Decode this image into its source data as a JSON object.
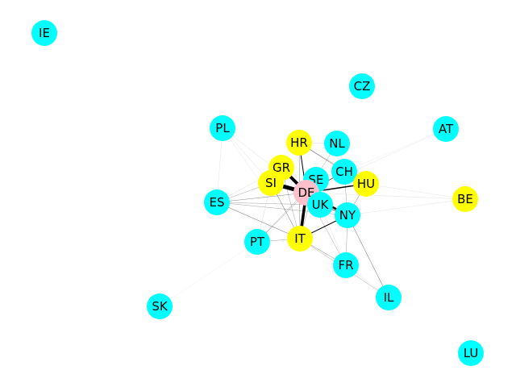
{
  "colors": {
    "background": "#ffffff",
    "edge": "#000000",
    "node_default": "#00ffff",
    "node_highlight": "#ffff00",
    "node_center": "#ffc0cb"
  },
  "nodes": [
    {
      "id": "IE",
      "label": "IE",
      "color": "#00ffff"
    },
    {
      "id": "CZ",
      "label": "CZ",
      "color": "#00ffff"
    },
    {
      "id": "PL",
      "label": "PL",
      "color": "#00ffff"
    },
    {
      "id": "AT",
      "label": "AT",
      "color": "#00ffff"
    },
    {
      "id": "HR",
      "label": "HR",
      "color": "#ffff00"
    },
    {
      "id": "NL",
      "label": "NL",
      "color": "#00ffff"
    },
    {
      "id": "GR",
      "label": "GR",
      "color": "#ffff00"
    },
    {
      "id": "CH",
      "label": "CH",
      "color": "#00ffff"
    },
    {
      "id": "SE",
      "label": "SE",
      "color": "#00ffff"
    },
    {
      "id": "SI",
      "label": "SI",
      "color": "#ffff00"
    },
    {
      "id": "HU",
      "label": "HU",
      "color": "#ffff00"
    },
    {
      "id": "DE",
      "label": "DE",
      "color": "#ffc0cb"
    },
    {
      "id": "ES",
      "label": "ES",
      "color": "#00ffff"
    },
    {
      "id": "BE",
      "label": "BE",
      "color": "#ffff00"
    },
    {
      "id": "UK",
      "label": "UK",
      "color": "#00ffff"
    },
    {
      "id": "NY",
      "label": "NY",
      "color": "#00ffff"
    },
    {
      "id": "PT",
      "label": "PT",
      "color": "#00ffff"
    },
    {
      "id": "IT",
      "label": "IT",
      "color": "#ffff00"
    },
    {
      "id": "FR",
      "label": "FR",
      "color": "#00ffff"
    },
    {
      "id": "IL",
      "label": "IL",
      "color": "#00ffff"
    },
    {
      "id": "SK",
      "label": "SK",
      "color": "#00ffff"
    },
    {
      "id": "LU",
      "label": "LU",
      "color": "#00ffff"
    }
  ],
  "edges": [
    {
      "source": "DE",
      "target": "SI",
      "weight": 5
    },
    {
      "source": "DE",
      "target": "GR",
      "weight": 4
    },
    {
      "source": "DE",
      "target": "IT",
      "weight": 3.5
    },
    {
      "source": "DE",
      "target": "NY",
      "weight": 2.5
    },
    {
      "source": "DE",
      "target": "HU",
      "weight": 1.5
    },
    {
      "source": "DE",
      "target": "HR",
      "weight": 1
    },
    {
      "source": "DE",
      "target": "SE",
      "weight": 1
    },
    {
      "source": "DE",
      "target": "UK",
      "weight": 1
    },
    {
      "source": "DE",
      "target": "CH",
      "weight": 0.6
    },
    {
      "source": "DE",
      "target": "NL",
      "weight": 0.3
    },
    {
      "source": "DE",
      "target": "ES",
      "weight": 0.4
    },
    {
      "source": "DE",
      "target": "PL",
      "weight": 0.2
    },
    {
      "source": "DE",
      "target": "PT",
      "weight": 0.3
    },
    {
      "source": "DE",
      "target": "FR",
      "weight": 0.3
    },
    {
      "source": "DE",
      "target": "BE",
      "weight": 0.15
    },
    {
      "source": "DE",
      "target": "AT",
      "weight": 0.15
    },
    {
      "source": "IT",
      "target": "NY",
      "weight": 1
    },
    {
      "source": "IT",
      "target": "ES",
      "weight": 0.5
    },
    {
      "source": "IT",
      "target": "FR",
      "weight": 0.4
    },
    {
      "source": "IT",
      "target": "IL",
      "weight": 0.3
    },
    {
      "source": "IT",
      "target": "SI",
      "weight": 0.5
    },
    {
      "source": "IT",
      "target": "HR",
      "weight": 0.4
    },
    {
      "source": "IT",
      "target": "GR",
      "weight": 0.3
    },
    {
      "source": "IT",
      "target": "PL",
      "weight": 0.15
    },
    {
      "source": "IT",
      "target": "PT",
      "weight": 0.3
    },
    {
      "source": "IT",
      "target": "SE",
      "weight": 0.3
    },
    {
      "source": "NY",
      "target": "IL",
      "weight": 0.5
    },
    {
      "source": "NY",
      "target": "FR",
      "weight": 0.3
    },
    {
      "source": "NY",
      "target": "UK",
      "weight": 0.6
    },
    {
      "source": "NY",
      "target": "HU",
      "weight": 0.4
    },
    {
      "source": "NY",
      "target": "CH",
      "weight": 0.3
    },
    {
      "source": "NY",
      "target": "BE",
      "weight": 0.15
    },
    {
      "source": "HR",
      "target": "CH",
      "weight": 0.4
    },
    {
      "source": "HR",
      "target": "HU",
      "weight": 0.4
    },
    {
      "source": "HR",
      "target": "NL",
      "weight": 0.2
    },
    {
      "source": "ES",
      "target": "SI",
      "weight": 0.3
    },
    {
      "source": "ES",
      "target": "NY",
      "weight": 0.3
    },
    {
      "source": "ES",
      "target": "UK",
      "weight": 0.3
    },
    {
      "source": "ES",
      "target": "PL",
      "weight": 0.15
    },
    {
      "source": "ES",
      "target": "GR",
      "weight": 0.2
    },
    {
      "source": "PT",
      "target": "SE",
      "weight": 0.3
    },
    {
      "source": "PT",
      "target": "SI",
      "weight": 0.2
    },
    {
      "source": "SI",
      "target": "PL",
      "weight": 0.2
    },
    {
      "source": "FR",
      "target": "IL",
      "weight": 0.2
    },
    {
      "source": "FR",
      "target": "UK",
      "weight": 0.2
    },
    {
      "source": "SK",
      "target": "PT",
      "weight": 0.1
    },
    {
      "source": "AT",
      "target": "CH",
      "weight": 0.1
    },
    {
      "source": "HU",
      "target": "BE",
      "weight": 0.15
    }
  ]
}
